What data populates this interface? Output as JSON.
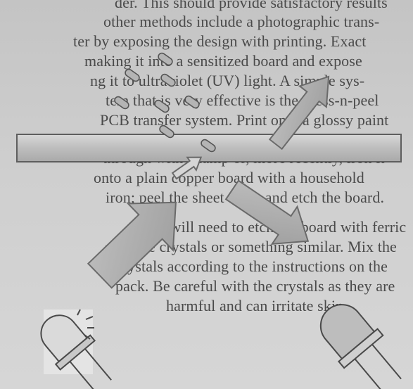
{
  "text_lines": [
    "der. This should provide satisfactory results",
    "other methods include a photographic trans-",
    "ter by exposing the design with printing. Exact",
    "making it into a sensitized board and expose",
    "ng it to ultraviolet (UV) light. A simple sys-",
    "tem that is very effective is the press-n-peel",
    "PCB transfer system. Print onto a glossy paint",
    "through with a lamp or, more recently, iron it",
    "onto a plain copper board with a household",
    "iron; peel the sheet away and etch the board.",
    "You will need to etch the board with ferric",
    "chloride crystals or something similar. Mix the",
    "crystals according to the instructions on the",
    "pack. Be careful with the crystals as they are",
    "harmful and can irritate skin."
  ],
  "colors": {
    "page_background": "#cfcfcf",
    "arrow_fill": "#aaaaaa",
    "arrow_stroke": "#6a6a6a",
    "pellet_fill": "#b4b4b4",
    "board_fill": "#b9b9b9"
  },
  "icons": [
    "uv-lamp-left-icon",
    "uv-lamp-right-icon",
    "light-arrow-icon",
    "pellet-icon"
  ]
}
